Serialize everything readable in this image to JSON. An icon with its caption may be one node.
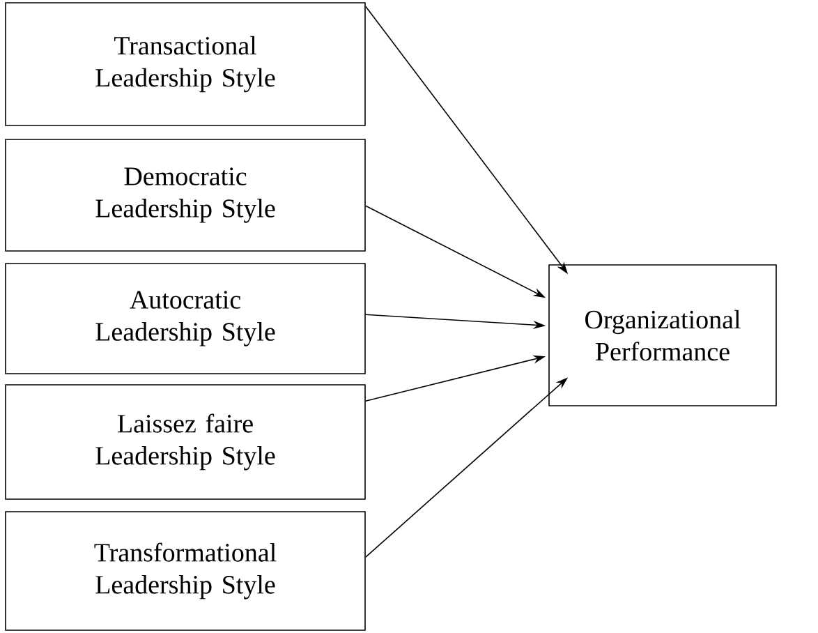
{
  "diagram": {
    "nodes": [
      {
        "text": [
          "Transactional Leadership Style"
        ]
      },
      {
        "text": [
          "Democratic Leadership Style"
        ]
      },
      {
        "text": [
          "Autocratic Leadership Style"
        ]
      },
      {
        "text": [
          "Laissez faire Leadership Style"
        ]
      },
      {
        "text": [
          "Transformational Leadership Style"
        ]
      },
      {
        "text": [
          "Organizational Performance"
        ]
      }
    ],
    "edges": [
      {
        "from": 0,
        "to": 5,
        "arrow": "to"
      },
      {
        "from": 1,
        "to": 5,
        "arrow": "to"
      },
      {
        "from": 2,
        "to": 5,
        "arrow": "to"
      },
      {
        "from": 3,
        "to": 5,
        "arrow": "to"
      },
      {
        "from": 4,
        "to": 5,
        "arrow": "to"
      }
    ]
  }
}
